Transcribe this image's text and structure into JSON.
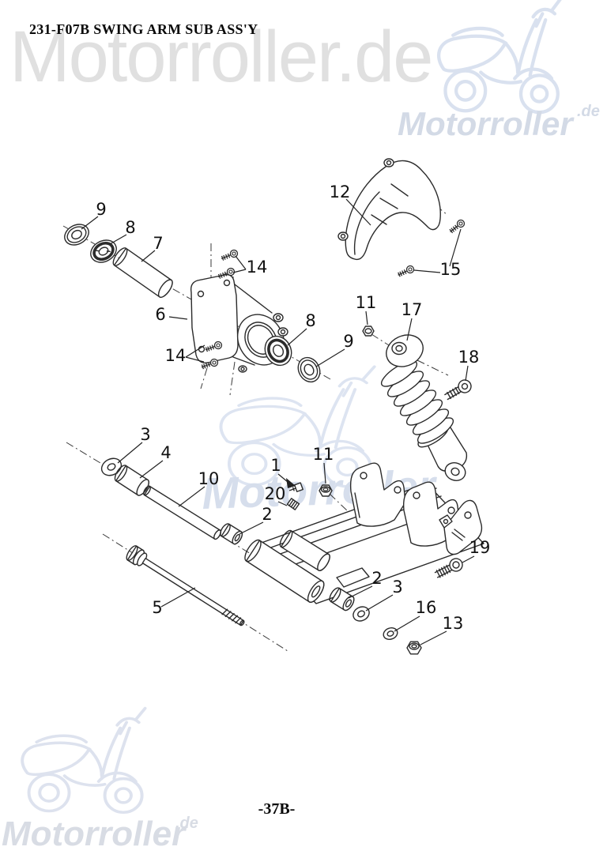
{
  "page": {
    "title": "231-F07B SWING ARM SUB ASS'Y",
    "page_number": "-37B-"
  },
  "watermarks": {
    "top_text": "Motorroller.de",
    "right_brand": "Motorroller",
    "right_brand_suffix": ".de",
    "center_brand": "Motorroller",
    "bottom_brand": "Motorroller",
    "bottom_brand_suffix": ".de",
    "colors": {
      "gray_text": "#e0e0e0",
      "blue_text": "#d3dae6",
      "blue_line": "#d9e1ef",
      "bottom_text": "#d8dce4"
    }
  },
  "diagram": {
    "type": "exploded-parts-diagram",
    "assembly_code": "231-F07B",
    "assembly_name": "SWING ARM SUB ASS'Y",
    "parts_shown": [
      "1",
      "2",
      "3",
      "4",
      "5",
      "6",
      "7",
      "8",
      "9",
      "10",
      "11",
      "12",
      "13",
      "14",
      "15",
      "16",
      "17",
      "18",
      "19",
      "20"
    ],
    "callouts": [
      {
        "text": "9"
      },
      {
        "text": "8"
      },
      {
        "text": "7"
      },
      {
        "text": "14"
      },
      {
        "text": "6"
      },
      {
        "text": "14"
      },
      {
        "text": "8"
      },
      {
        "text": "9"
      },
      {
        "text": "12"
      },
      {
        "text": "15"
      },
      {
        "text": "11"
      },
      {
        "text": "17"
      },
      {
        "text": "18"
      },
      {
        "text": "3"
      },
      {
        "text": "4"
      },
      {
        "text": "10"
      },
      {
        "text": "1"
      },
      {
        "text": "11"
      },
      {
        "text": "20"
      },
      {
        "text": "2"
      },
      {
        "text": "5"
      },
      {
        "text": "2"
      },
      {
        "text": "3"
      },
      {
        "text": "19"
      },
      {
        "text": "16"
      },
      {
        "text": "13"
      }
    ]
  }
}
